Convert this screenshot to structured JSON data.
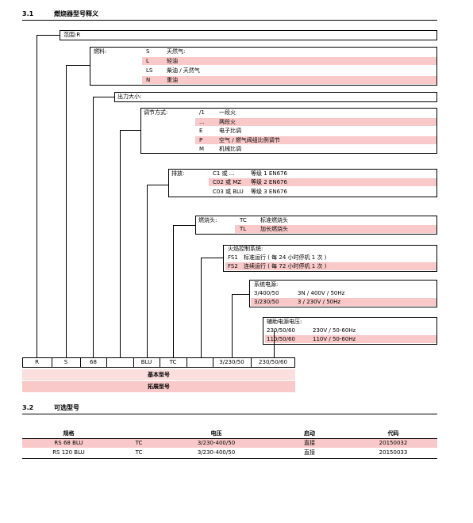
{
  "section1": {
    "number": "3.1",
    "title": "燃烧器型号释义"
  },
  "range": {
    "label": "范围:R"
  },
  "fuel": {
    "label": "燃料:",
    "options": [
      {
        "code": "S",
        "desc": "天然气:"
      },
      {
        "code": "L",
        "desc": "轻油"
      },
      {
        "code": "LS",
        "desc": "柴油 / 天然气"
      },
      {
        "code": "N",
        "desc": "重油"
      }
    ]
  },
  "output": {
    "label": "出力大小:"
  },
  "regulation": {
    "label": "调节方式:",
    "options": [
      {
        "code": "/1",
        "desc": "一段火"
      },
      {
        "code": "...",
        "desc": "两段火"
      },
      {
        "code": "E",
        "desc": "电子比调"
      },
      {
        "code": "P",
        "desc": "空气 / 燃气阀组比例调节"
      },
      {
        "code": "M",
        "desc": "机械比调"
      }
    ]
  },
  "emission": {
    "label": "排放:",
    "options": [
      {
        "code": "C1 或 ...",
        "desc": "等级 1 EN676"
      },
      {
        "code": "C02 或 MZ",
        "desc": "等级 2 EN676"
      },
      {
        "code": "C03 或 BLU",
        "desc": "等级 3 EN676"
      }
    ]
  },
  "head": {
    "label": "燃烧头:",
    "options": [
      {
        "code": "TC",
        "desc": "标准燃烧头"
      },
      {
        "code": "TL",
        "desc": "加长燃烧头"
      }
    ]
  },
  "flame": {
    "label": "火焰控制系统:",
    "options": [
      {
        "code": "FS1",
        "desc": "标准运行 ( 每 24 小时停机 1 次 )"
      },
      {
        "code": "FS2",
        "desc": "连续运行 ( 每 72 小时停机 1 次 )"
      }
    ]
  },
  "power": {
    "label": "系统电源:",
    "options": [
      {
        "code": "3/400/50",
        "desc": "3N / 400V / 50Hz"
      },
      {
        "code": "3/230/50",
        "desc": "3 / 230V / 50Hz"
      }
    ]
  },
  "aux": {
    "label": "辅助电源电压:",
    "options": [
      {
        "code": "230/50/60",
        "desc": "230V / 50-60Hz"
      },
      {
        "code": "110/50/60",
        "desc": "110V / 50-60Hz"
      }
    ]
  },
  "code_cells": [
    "R",
    "S",
    "68",
    "",
    "BLU",
    "TC",
    "",
    "3/230/50",
    "230/50/60"
  ],
  "basic_model": "基本型号",
  "extended_model": "拓展型号",
  "section2": {
    "number": "3.2",
    "title": "可选型号"
  },
  "models_table": {
    "headers": [
      "规格",
      "",
      "电压",
      "启动",
      "代码"
    ],
    "rows": [
      [
        "RS 68 BLU",
        "TC",
        "3/230-400/50",
        "直接",
        "20150032"
      ],
      [
        "RS 120 BLU",
        "TC",
        "3/230-400/50",
        "直接",
        "20150033"
      ]
    ]
  }
}
